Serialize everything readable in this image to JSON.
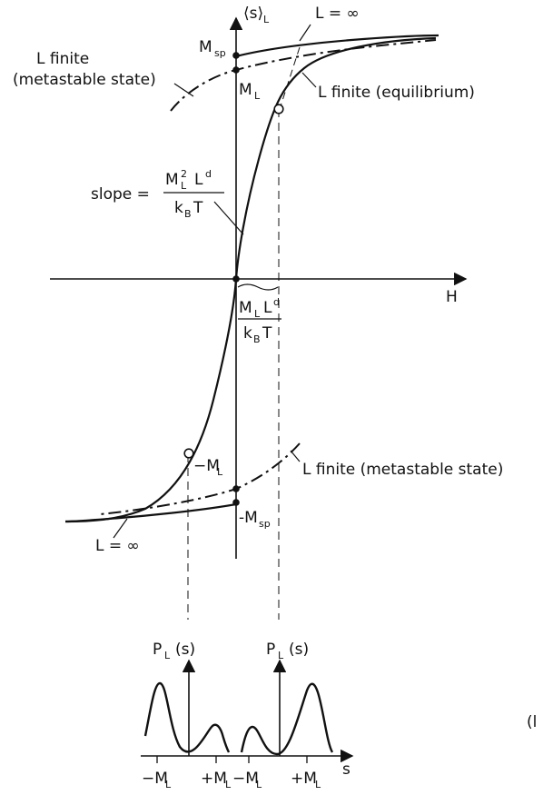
{
  "diagram": {
    "axis_label_y": "⟨s⟩",
    "axis_label_y_sub": "L",
    "axis_label_x": "H",
    "l_infinity_top": "L = ∞",
    "l_infinity_bottom": "L = ∞",
    "l_finite_metastable_top_line1": "L  finite",
    "l_finite_metastable_top_line2": "(metastable state)",
    "l_finite_equilibrium": "L  finite (equilibrium)",
    "l_finite_metastable_bottom": "L finite  (metastable state)",
    "m_sp_base": "M",
    "m_sp_sub": "sp",
    "m_l_base": "M",
    "m_l_sub": "L",
    "neg_m_l": "−M",
    "neg_m_l_sub": "L",
    "neg_m_sp": "-M",
    "neg_m_sp_sub": "sp",
    "slope_word": "slope =",
    "slope_num_m": "M",
    "slope_num_sup": "2",
    "slope_num_sub": "L",
    "slope_num_l": "L",
    "slope_num_d": "d",
    "slope_den_k": "k",
    "slope_den_sub": "B",
    "slope_den_t": "T",
    "field_num_m": "M",
    "field_num_sub": "L",
    "field_num_l": "L",
    "field_num_d": "d",
    "field_den_k": "k",
    "field_den_sub": "B",
    "field_den_t": "T",
    "pl_left": "P",
    "pl_left_sub": "L",
    "pl_left_arg": "(s)",
    "pl_right": "P",
    "pl_right_sub": "L",
    "pl_right_arg": "(s)",
    "s_axis": "s",
    "tick_neg_ml_1": "−M",
    "tick_pos_ml_1": "+M",
    "tick_neg_ml_2": "−M",
    "tick_pos_ml_2": "+M",
    "tick_sub": "L",
    "panel_letter": "(l"
  }
}
